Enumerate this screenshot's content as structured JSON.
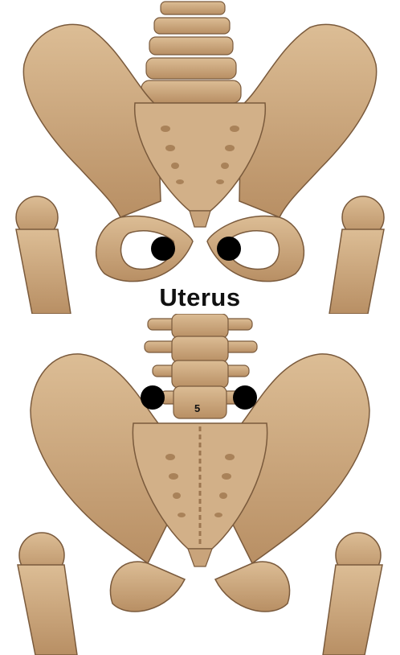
{
  "title": "Uterus",
  "vertebra_label": "5",
  "markers": {
    "front": [
      {
        "name": "left-point"
      },
      {
        "name": "right-point"
      }
    ],
    "back": [
      {
        "name": "left-point"
      },
      {
        "name": "right-point"
      }
    ]
  },
  "colors": {
    "bone": "#c9a47b",
    "bone_light": "#dcbd95",
    "bone_dark": "#9c7650",
    "outline": "#7a5a3c",
    "marker": "#000000",
    "background": "#ffffff"
  }
}
